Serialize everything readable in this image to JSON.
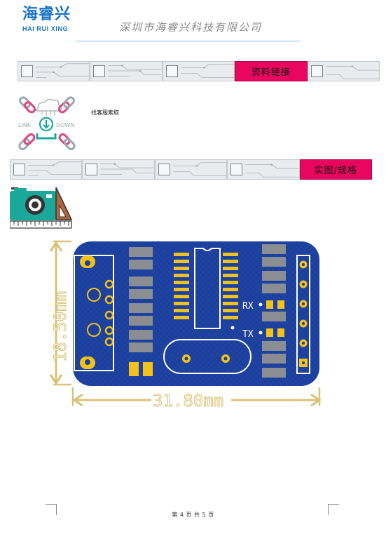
{
  "header": {
    "logo_cn": "海睿兴",
    "logo_en": "HAI RUI XING",
    "company": "深圳市海睿兴科技有限公司"
  },
  "banner_top": {
    "label": "资料链接"
  },
  "link_block": {
    "icon_left": "LINK",
    "icon_right": "DOWN",
    "note": "找客服索取"
  },
  "banner_second": {
    "label": "实图/规格"
  },
  "board": {
    "height_label": "18.50mm",
    "width_label": "31.80mm",
    "rx_label": "RX",
    "tx_label": "TX"
  },
  "footer": {
    "page": "第 4 页 共 5 页"
  },
  "colors": {
    "accent": "#e8065e",
    "brand_blue": "#1a73c9",
    "pcb_blue": "#1c3f9c",
    "pad_gold": "#f2c21b",
    "dimension": "#d9c277"
  }
}
